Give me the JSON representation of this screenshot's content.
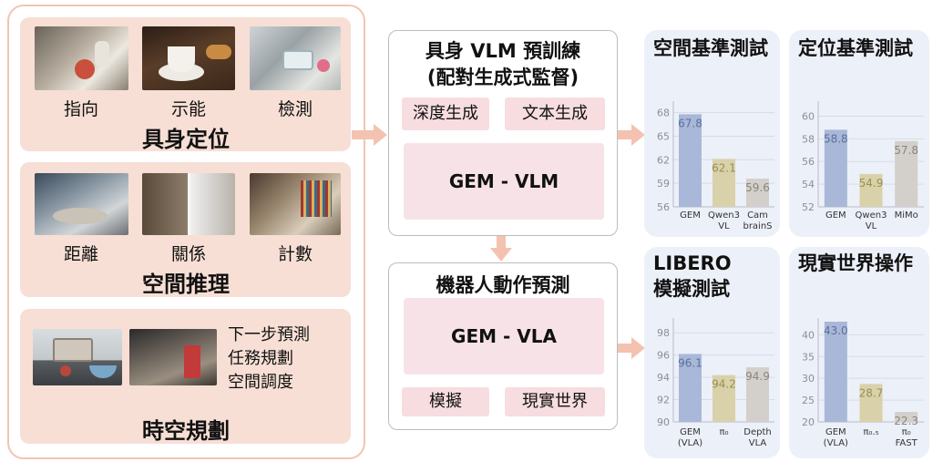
{
  "left": {
    "grounding": {
      "labels": [
        "指向",
        "示能",
        "檢測"
      ],
      "title": "具身定位"
    },
    "reasoning": {
      "labels": [
        "距離",
        "關係",
        "計數"
      ],
      "title": "空間推理"
    },
    "planning": {
      "items": [
        "下一步預測",
        "任務規劃",
        "空間調度"
      ],
      "title": "時空規劃"
    }
  },
  "pretrain": {
    "title_line1": "具身 VLM 預訓練",
    "title_line2": "(配對生成式監督)",
    "chips": [
      "深度生成",
      "文本生成"
    ],
    "model": "GEM - VLM"
  },
  "action": {
    "title": "機器人動作預測",
    "model": "GEM - VLA",
    "chips": [
      "模擬",
      "現實世界"
    ]
  },
  "colors": {
    "gem_blue": "#a9b8d8",
    "qwen_olive": "#d8d1aa",
    "gray_bar": "#d3d0cb",
    "peach": "#f4c2b0",
    "pink_chip": "#f7dde0"
  },
  "chart_data": [
    {
      "type": "bar",
      "title": "空間基準測試",
      "ylim": [
        56,
        69
      ],
      "yticks": [
        56,
        59,
        62,
        65,
        68
      ],
      "categories": [
        [
          "GEM"
        ],
        [
          "Qwen3",
          "VL"
        ],
        [
          "Cam",
          "brainS"
        ]
      ],
      "values": [
        67.8,
        62.1,
        59.6
      ],
      "value_labels": [
        "67.8",
        "62.1",
        "59.6"
      ]
    },
    {
      "type": "bar",
      "title": "定位基準測試",
      "ylim": [
        52,
        61
      ],
      "yticks": [
        52,
        54,
        56,
        58,
        60
      ],
      "categories": [
        [
          "GEM"
        ],
        [
          "Qwen3",
          "VL"
        ],
        [
          "MiMo"
        ]
      ],
      "values": [
        58.8,
        54.9,
        57.8
      ],
      "value_labels": [
        "58.8",
        "54.9",
        "57.8"
      ]
    },
    {
      "type": "bar",
      "title": "LIBERO\n模擬測試",
      "ylim": [
        90,
        99
      ],
      "yticks": [
        90,
        92,
        94,
        96,
        98
      ],
      "categories": [
        [
          "GEM",
          "(VLA)"
        ],
        [
          "π₀"
        ],
        [
          "Depth",
          "VLA"
        ]
      ],
      "values": [
        96.1,
        94.2,
        94.9
      ],
      "value_labels": [
        "96.1",
        "94.2",
        "94.9"
      ]
    },
    {
      "type": "bar",
      "title": "現實世界操作",
      "ylim": [
        20,
        43
      ],
      "yticks": [
        20,
        25,
        30,
        35,
        40
      ],
      "categories": [
        [
          "GEM",
          "(VLA)"
        ],
        [
          "π₀.₅"
        ],
        [
          "π₀",
          "FAST"
        ]
      ],
      "values": [
        43.0,
        28.7,
        22.3
      ],
      "value_labels": [
        "43.0",
        "28.7",
        "22.3"
      ]
    }
  ]
}
